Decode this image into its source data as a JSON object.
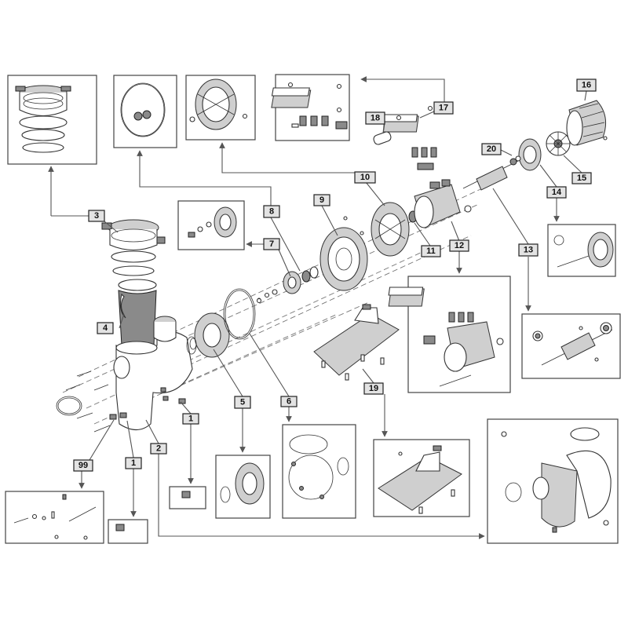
{
  "diagram": {
    "labels": [
      "1",
      "1",
      "2",
      "3",
      "4",
      "5",
      "6",
      "7",
      "8",
      "9",
      "10",
      "11",
      "12",
      "13",
      "14",
      "15",
      "16",
      "17",
      "18",
      "19",
      "20",
      "99"
    ]
  },
  "colors": {
    "label_fill": "#e3e3e3",
    "line": "#555555",
    "part_fill": "#cfcfcf"
  }
}
